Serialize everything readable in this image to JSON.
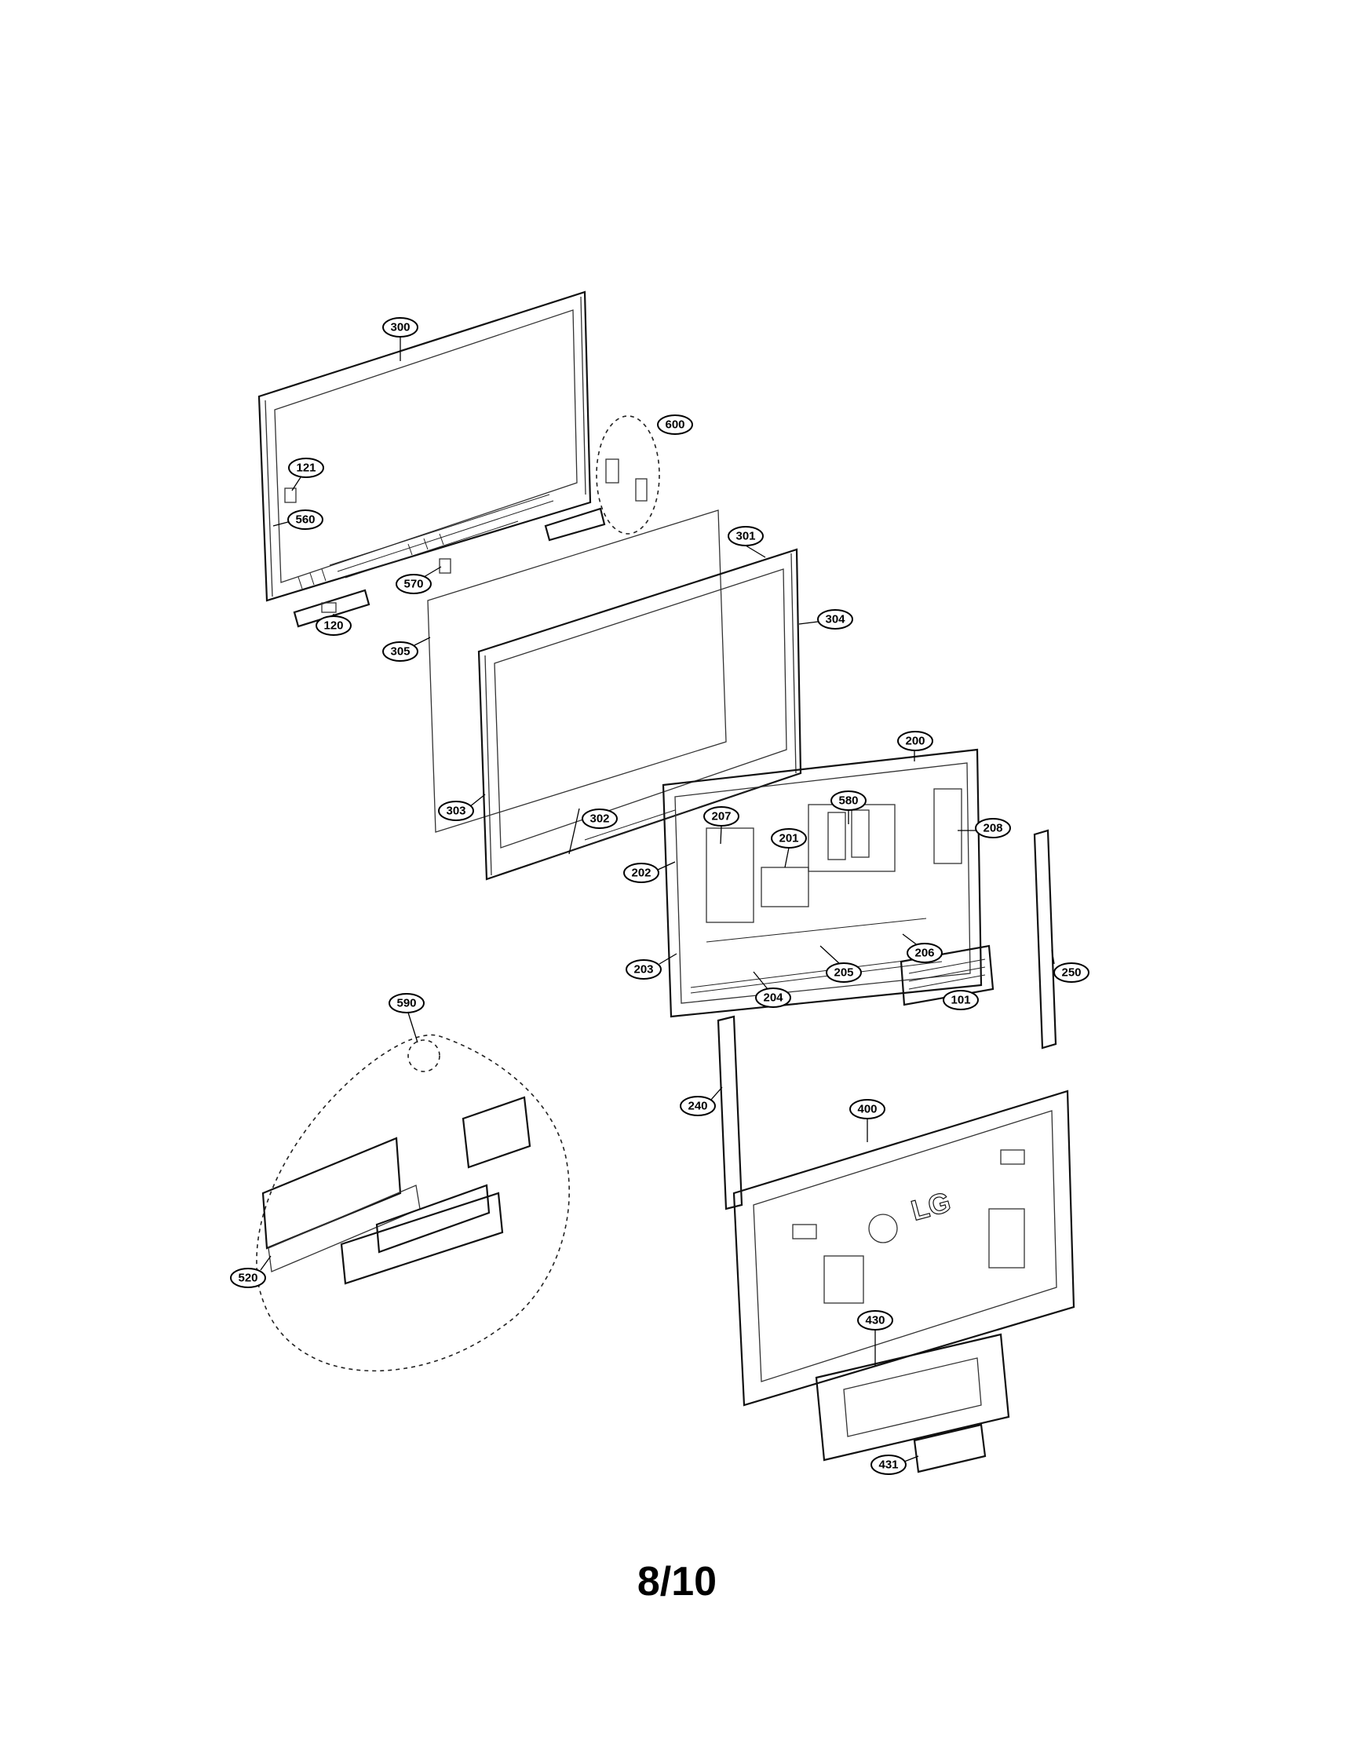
{
  "diagram": {
    "callouts": {
      "c300": "300",
      "c600": "600",
      "c121": "121",
      "c560": "560",
      "c570": "570",
      "c120": "120",
      "c301": "301",
      "c304": "304",
      "c305": "305",
      "c303": "303",
      "c302": "302",
      "c200": "200",
      "c580": "580",
      "c207": "207",
      "c208": "208",
      "c201": "201",
      "c202": "202",
      "c206": "206",
      "c203": "203",
      "c205": "205",
      "c204": "204",
      "c250": "250",
      "c101": "101",
      "c590": "590",
      "c240": "240",
      "c400": "400",
      "c520": "520",
      "c430": "430",
      "c431": "431"
    },
    "back_logo_text": "LG"
  },
  "page": {
    "page_number": "8/10"
  }
}
